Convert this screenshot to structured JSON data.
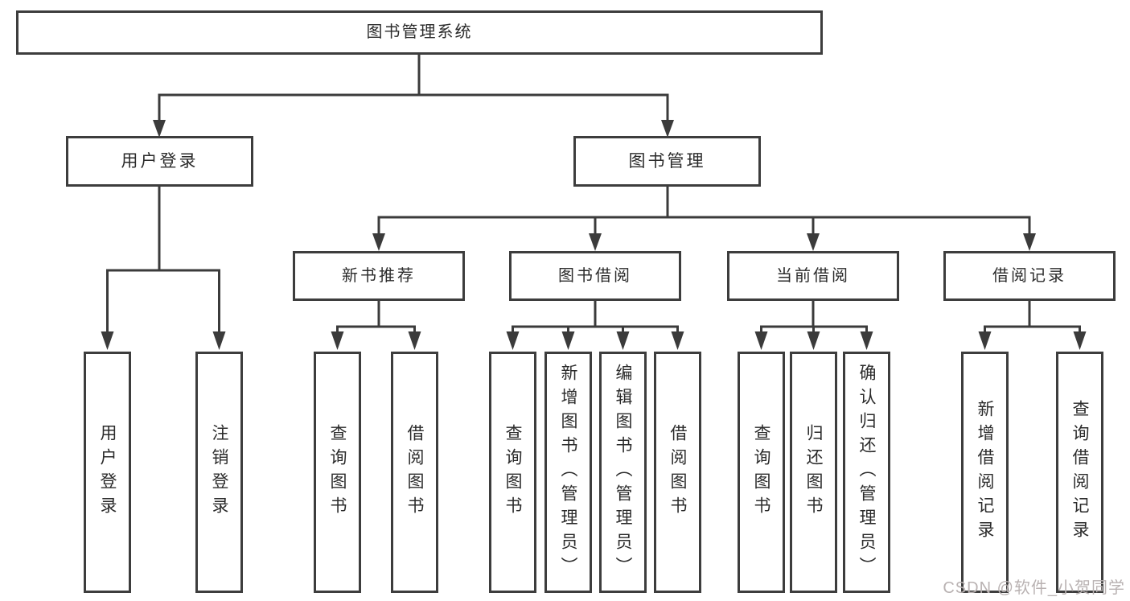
{
  "diagram": {
    "root": {
      "label": "图书管理系统"
    },
    "level2": [
      {
        "label": "用户登录"
      },
      {
        "label": "图书管理"
      }
    ],
    "level3": [
      {
        "label": "新书推荐"
      },
      {
        "label": "图书借阅"
      },
      {
        "label": "当前借阅"
      },
      {
        "label": "借阅记录"
      }
    ],
    "leaves": [
      {
        "label": "用户登录"
      },
      {
        "label": "注销登录"
      },
      {
        "label": "查询图书"
      },
      {
        "label": "借阅图书"
      },
      {
        "label": "查询图书"
      },
      {
        "label": "新增图书（管理员）"
      },
      {
        "label": "编辑图书（管理员）"
      },
      {
        "label": "借阅图书"
      },
      {
        "label": "查询图书"
      },
      {
        "label": "归还图书"
      },
      {
        "label": "确认归还（管理员）"
      },
      {
        "label": "新增借阅记录"
      },
      {
        "label": "查询借阅记录"
      }
    ],
    "colors": {
      "line": "#3b3b3b",
      "text": "#2b2b2b",
      "background": "#ffffff",
      "watermark": "#b9b2b2"
    },
    "watermark": "CSDN @软件_小贺同学"
  }
}
